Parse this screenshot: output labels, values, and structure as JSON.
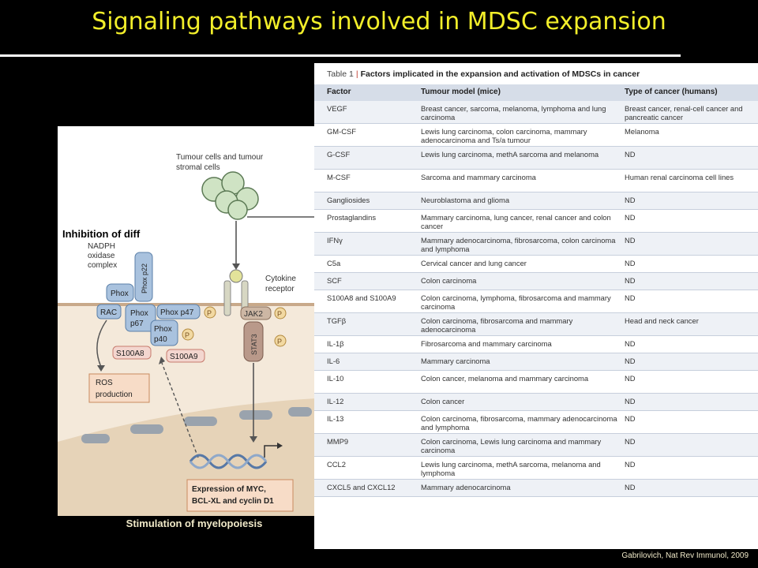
{
  "slide": {
    "title": "Signaling pathways involved in MDSC expansion",
    "citation": "Gabrilovich, Nat Rev Immunol, 2009"
  },
  "figure": {
    "inhibition_label": "Inhibition of diff",
    "stimulation_label": "Stimulation of myelopoiesis",
    "labels": {
      "tumour_cells_1": "Tumour cells and tumour",
      "tumour_cells_2": "stromal cells",
      "nadph_1": "NADPH",
      "nadph_2": "oxidase",
      "nadph_3": "complex",
      "phox_p22": "Phox p22",
      "phox": "Phox",
      "rac": "RAC",
      "phox_p67_1": "Phox",
      "phox_p67_2": "p67",
      "phox_p47": "Phox p47",
      "phox_p40_1": "Phox",
      "phox_p40_2": "p40",
      "s100a8": "S100A8",
      "s100a9": "S100A9",
      "ros_1": "ROS",
      "ros_2": "production",
      "cytokine_1": "Cytokine",
      "cytokine_2": "receptor",
      "jak2": "JAK2",
      "stat3": "STAT3",
      "p": "P",
      "expression_1": "Expression of MYC,",
      "expression_2": "BCL-XL and cyclin D1"
    }
  },
  "table": {
    "caption_number": "Table 1",
    "caption_separator": "|",
    "caption_text": "Factors implicated in the expansion and activation of MDSCs in cancer",
    "headers": {
      "factor": "Factor",
      "mice": "Tumour model (mice)",
      "humans": "Type of cancer (humans)"
    },
    "rows": [
      {
        "factor": "VEGF",
        "mice": "Breast cancer, sarcoma, melanoma, lymphoma and lung carcinoma",
        "humans": "Breast cancer, renal-cell cancer and pancreatic cancer"
      },
      {
        "factor": "GM-CSF",
        "mice": "Lewis lung carcinoma, colon carcinoma, mammary adenocarcinoma and Ts/a tumour",
        "humans": "Melanoma"
      },
      {
        "factor": "G-CSF",
        "mice": "Lewis lung carcinoma, methA sarcoma and melanoma",
        "humans": "ND"
      },
      {
        "factor": "M-CSF",
        "mice": "Sarcoma and mammary carcinoma",
        "humans": "Human renal carcinoma cell lines"
      },
      {
        "factor": "Gangliosides",
        "mice": "Neuroblastoma and glioma",
        "humans": "ND"
      },
      {
        "factor": "Prostaglandins",
        "mice": "Mammary carcinoma, lung cancer, renal cancer and colon cancer",
        "humans": "ND"
      },
      {
        "factor": "IFNγ",
        "mice": "Mammary adenocarcinoma, fibrosarcoma, colon carcinoma and lymphoma",
        "humans": "ND"
      },
      {
        "factor": "C5a",
        "mice": "Cervical cancer and lung cancer",
        "humans": "ND"
      },
      {
        "factor": "SCF",
        "mice": "Colon carcinoma",
        "humans": "ND"
      },
      {
        "factor": "S100A8 and S100A9",
        "mice": "Colon carcinoma, lymphoma, fibrosarcoma and mammary carcinoma",
        "humans": "ND"
      },
      {
        "factor": "TGFβ",
        "mice": "Colon carcinoma, fibrosarcoma and mammary adenocarcinoma",
        "humans": "Head and neck cancer"
      },
      {
        "factor": "IL-1β",
        "mice": "Fibrosarcoma and mammary carcinoma",
        "humans": "ND"
      },
      {
        "factor": "IL-6",
        "mice": "Mammary carcinoma",
        "humans": "ND"
      },
      {
        "factor": "IL-10",
        "mice": "Colon cancer, melanoma and mammary carcinoma",
        "humans": "ND"
      },
      {
        "factor": "IL-12",
        "mice": "Colon cancer",
        "humans": "ND"
      },
      {
        "factor": "IL-13",
        "mice": "Colon carcinoma, fibrosarcoma, mammary adenocarcinoma and lymphoma",
        "humans": "ND"
      },
      {
        "factor": "MMP9",
        "mice": "Colon carcinoma, Lewis lung carcinoma and mammary carcinoma",
        "humans": "ND"
      },
      {
        "factor": "CCL2",
        "mice": "Lewis lung carcinoma, methA sarcoma, melanoma and lymphoma",
        "humans": "ND"
      },
      {
        "factor": "CXCL5 and CXCL12",
        "mice": "Mammary adenocarcinoma",
        "humans": "ND"
      }
    ]
  }
}
